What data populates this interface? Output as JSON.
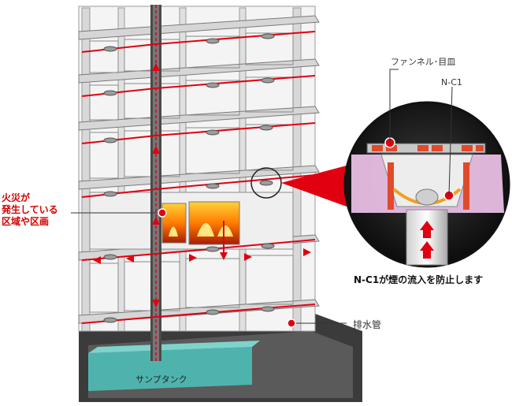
{
  "labels": {
    "funnel": "ファンネル･目皿",
    "nc1": "N-C1",
    "fire_area": [
      "火災が",
      "発生している",
      "区域や区画"
    ],
    "caption": "N-C1が煙の流入を防止します",
    "drain_pipe": "排水管",
    "sump_tank": "サンプタンク"
  },
  "colors": {
    "pipe_red": "#e00010",
    "tank_teal": "#4fb3ad",
    "slab_gray": "#d6d6d6",
    "magnifier_bg": "#1a1a1a"
  }
}
